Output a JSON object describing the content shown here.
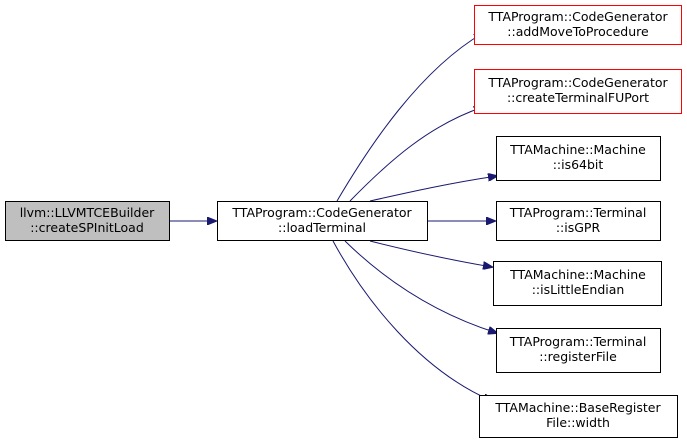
{
  "colors": {
    "edge": "#191970",
    "root_fill": "#bfbfbf",
    "root_border": "#000000",
    "node_fill": "#ffffff",
    "node_border": "#000000",
    "undocumented_border": "#ff0000"
  },
  "nodes": {
    "root": {
      "line1": "llvm::LLVMTCEBuilder",
      "line2": "::createSPInitLoad"
    },
    "load_terminal": {
      "line1": "TTAProgram::CodeGenerator",
      "line2": "::loadTerminal"
    },
    "add_move": {
      "line1": "TTAProgram::CodeGenerator",
      "line2": "::addMoveToProcedure"
    },
    "create_terminal": {
      "line1": "TTAProgram::CodeGenerator",
      "line2": "::createTerminalFUPort"
    },
    "is64bit": {
      "line1": "TTAMachine::Machine",
      "line2": "::is64bit"
    },
    "is_gpr": {
      "line1": "TTAProgram::Terminal",
      "line2": "::isGPR"
    },
    "is_little_endian": {
      "line1": "TTAMachine::Machine",
      "line2": "::isLittleEndian"
    },
    "register_file": {
      "line1": "TTAProgram::Terminal",
      "line2": "::registerFile"
    },
    "width": {
      "line1": "TTAMachine::BaseRegister",
      "line2": "File::width"
    }
  }
}
